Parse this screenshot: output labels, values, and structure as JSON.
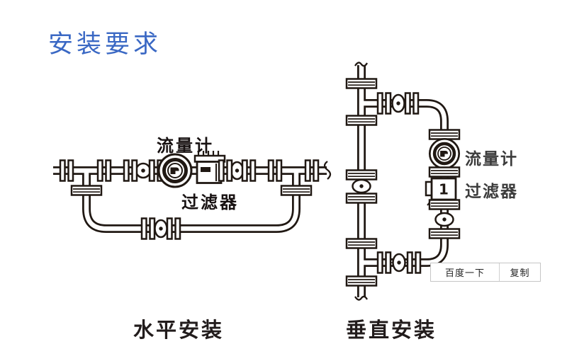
{
  "title": {
    "text": "安装要求"
  },
  "diagrams": {
    "horizontal": {
      "caption": "水平安装",
      "flow_meter_label": "流量计",
      "filter_label": "过滤器"
    },
    "vertical": {
      "caption": "垂直安装",
      "flow_meter_label": "流量计",
      "filter_label": "过滤器",
      "filter_badge": "1"
    }
  },
  "popup": {
    "search_label": "百度一下",
    "copy_label": "复制"
  },
  "colors": {
    "title_blue": "#3a68c4",
    "line_black": "#201813",
    "side_label_gray": "#3c3c3c",
    "caption_black": "#221c1c",
    "popup_border": "#c6c6c6"
  }
}
